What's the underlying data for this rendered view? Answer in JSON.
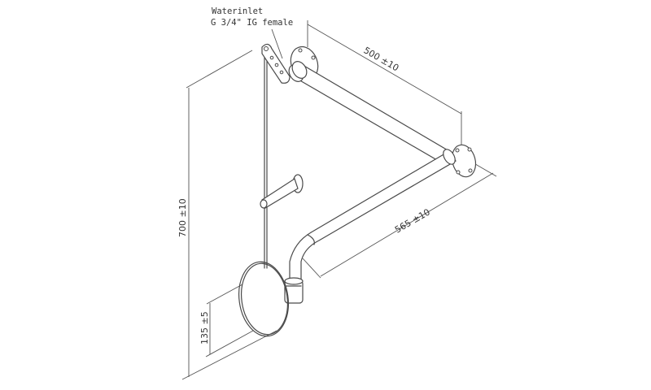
{
  "diagram": {
    "type": "technical-drawing",
    "subject": "wall-mounted shower arm with overhead shower head and pull rod",
    "line_color": "#4a4a4a",
    "background": "#ffffff"
  },
  "labels": {
    "water_inlet_line1": "Waterinlet",
    "water_inlet_line2": "G 3/4\" IG female"
  },
  "dimensions": {
    "upper_arm": "500 ±10",
    "lower_arm": "565 ±10",
    "total_height": "700 ±10",
    "head_height": "135 ±5"
  }
}
